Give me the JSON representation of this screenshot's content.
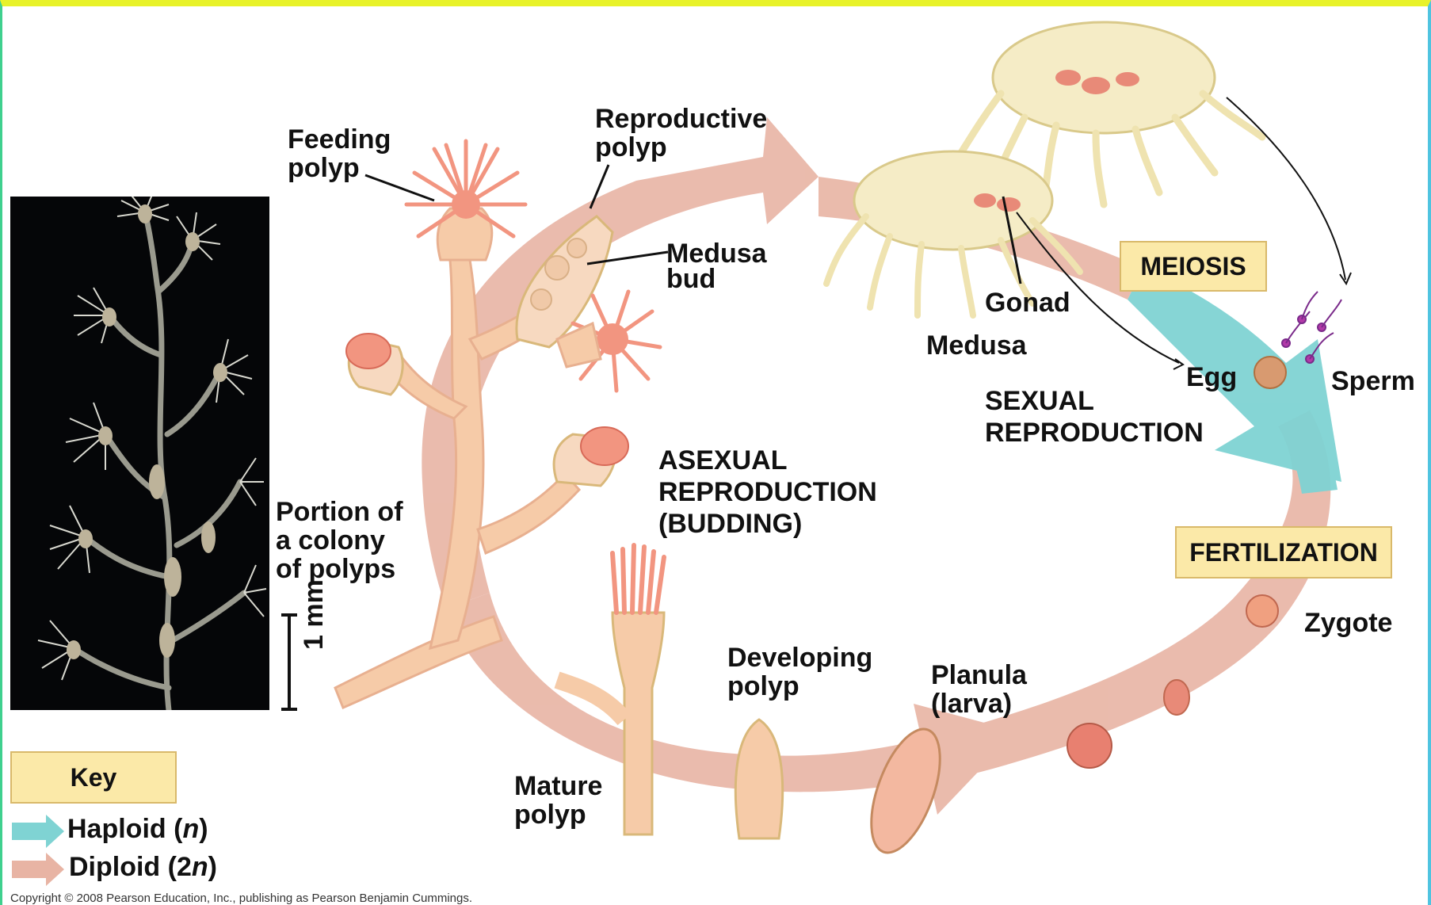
{
  "labels": {
    "feeding_polyp": "Feeding\npolyp",
    "reproductive_polyp": "Reproductive\npolyp",
    "medusa_bud": "Medusa\nbud",
    "gonad": "Gonad",
    "medusa": "Medusa",
    "meiosis": "MEIOSIS",
    "egg": "Egg",
    "sperm": "Sperm",
    "sexual_reproduction": "SEXUAL\nREPRODUCTION",
    "asexual_reproduction": "ASEXUAL\nREPRODUCTION\n(BUDDING)",
    "portion_of_colony": "Portion of\na colony\nof polyps",
    "scale_bar": "1 mm",
    "fertilization": "FERTILIZATION",
    "zygote": "Zygote",
    "developing_polyp": "Developing\npolyp",
    "planula": "Planula\n(larva)",
    "mature_polyp": "Mature\npolyp"
  },
  "key": {
    "title": "Key",
    "haploid_text": "Haploid (",
    "haploid_symbol": "n",
    "diploid_text": "Diploid (2",
    "diploid_symbol": "n",
    "close_paren": ")"
  },
  "colors": {
    "diploid_arrow": "#e8b4a4",
    "haploid_arrow": "#7fd3d3",
    "key_box": "#fbe9a8",
    "polyp_body": "#f7d9c0",
    "tentacle": "#f29580"
  },
  "copyright": "Copyright © 2008 Pearson Education, Inc., publishing as Pearson Benjamin Cummings."
}
